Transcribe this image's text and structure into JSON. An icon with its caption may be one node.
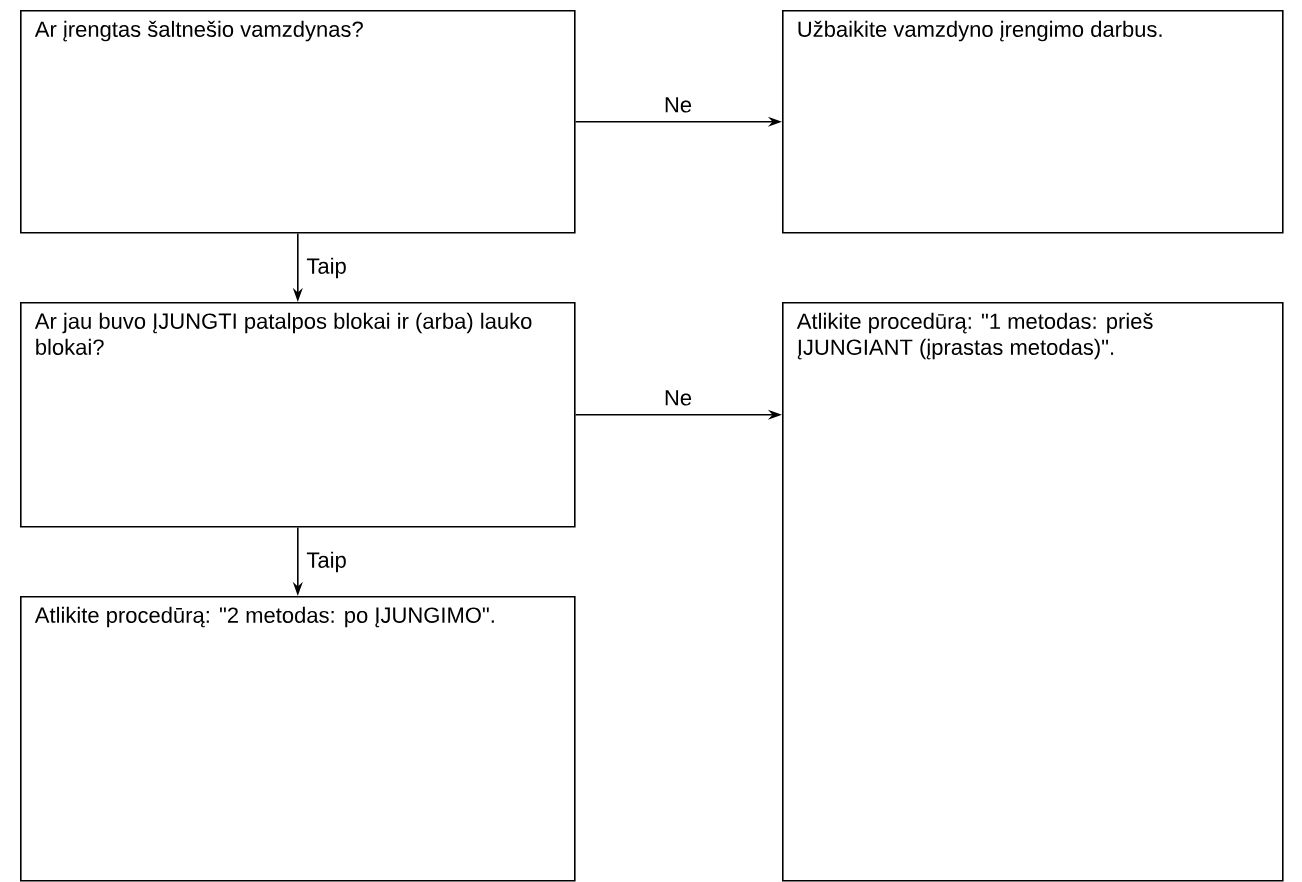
{
  "diagram": {
    "nodes": [
      {
        "text": [
          "Ar įrengtas šaltnešio vamzdynas?"
        ]
      },
      {
        "text": [
          "Užbaikite vamzdyno įrengimo darbus."
        ]
      },
      {
        "text": [
          "Ar jau buvo ĮJUNGTI patalpos blokai ir (arba) lauko blokai?"
        ]
      },
      {
        "text": [
          "Atlikite procedūrą: \"1 metodas: prieš ĮJUNGIANT (įprastas metodas)\"."
        ]
      },
      {
        "text": [
          "Atlikite procedūrą: \"2 metodas: po ĮJUNGIMO\"."
        ]
      }
    ],
    "edges": [
      {
        "from": 0,
        "to": 1,
        "arrow": "to",
        "label": "Ne"
      },
      {
        "from": 0,
        "to": 2,
        "arrow": "to",
        "label": "Taip"
      },
      {
        "from": 2,
        "to": 3,
        "arrow": "to",
        "label": "Ne"
      },
      {
        "from": 2,
        "to": 4,
        "arrow": "to",
        "label": "Taip"
      }
    ]
  }
}
